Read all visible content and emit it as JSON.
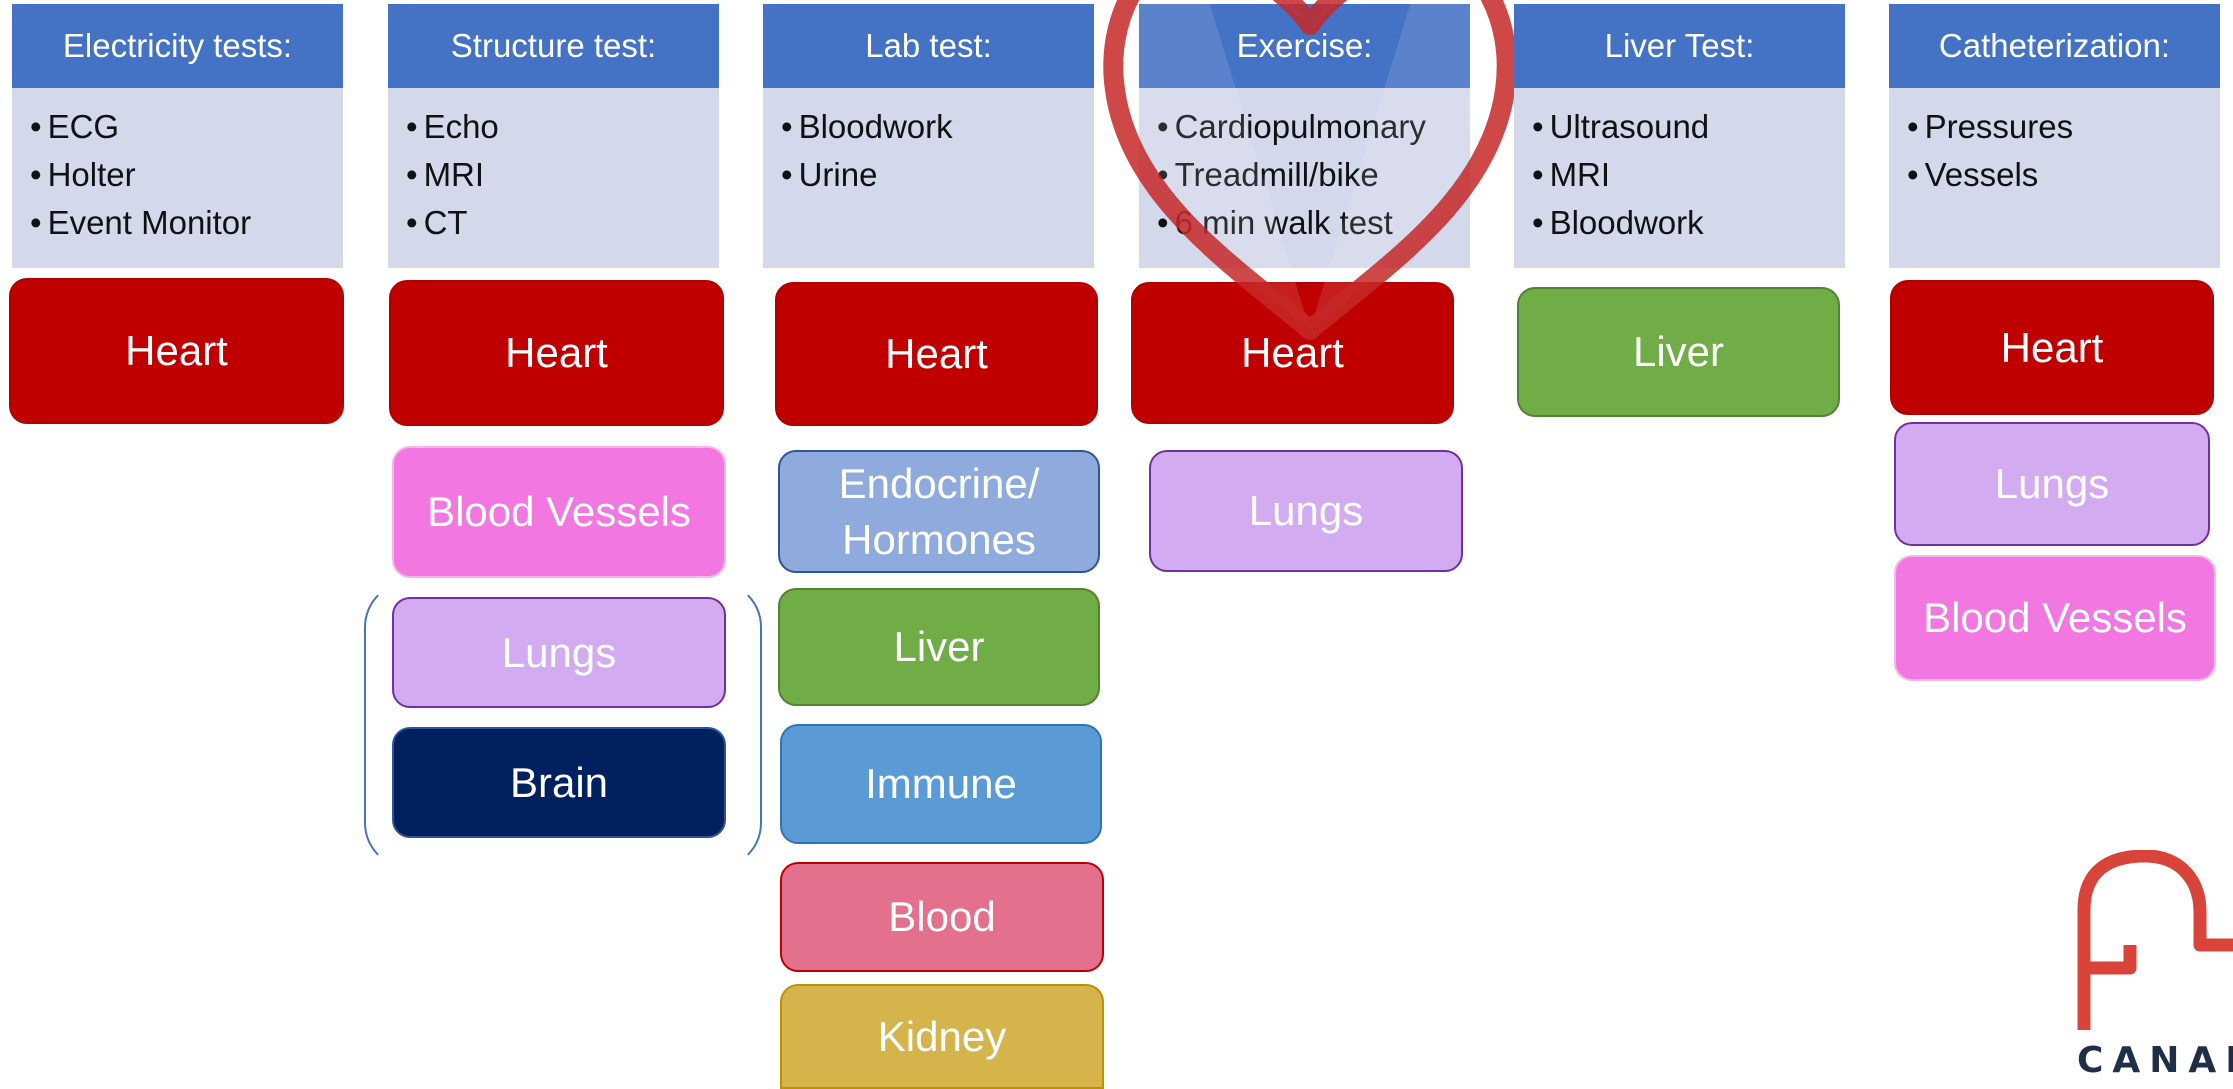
{
  "columns": [
    {
      "title": "Electricity tests:",
      "items": [
        "ECG",
        "Holter",
        "Event Monitor"
      ],
      "organs": [
        "Heart"
      ]
    },
    {
      "title": "Structure test:",
      "items": [
        "Echo",
        "MRI",
        "CT"
      ],
      "organs": [
        "Heart",
        "Blood Vessels",
        "Lungs",
        "Brain"
      ]
    },
    {
      "title": "Lab test:",
      "items": [
        "Bloodwork",
        "Urine"
      ],
      "organs": [
        "Heart",
        "Endocrine/ Hormones",
        "Liver",
        "Immune",
        "Blood",
        "Kidney"
      ]
    },
    {
      "title": "Exercise:",
      "items": [
        "Cardiopulmonary",
        "Treadmill/bike",
        "6 min walk test"
      ],
      "organs": [
        "Heart",
        "Lungs"
      ]
    },
    {
      "title": "Liver Test:",
      "items": [
        "Ultrasound",
        "MRI",
        "Bloodwork"
      ],
      "organs": [
        "Liver"
      ]
    },
    {
      "title": "Catheterization:",
      "items": [
        "Pressures",
        "Vessels"
      ],
      "organs": [
        "Heart",
        "Lungs",
        "Blood Vessels"
      ]
    }
  ],
  "logo": {
    "text": "CANAD"
  },
  "colors": {
    "header": "#4472c4",
    "list_bg": "#d3d8eb",
    "heart": "#c00000",
    "liver": "#70ad47",
    "lungs": "#d2abf1",
    "blood_vessels": "#f277e1",
    "brain": "#002060",
    "endocrine": "#8faadc",
    "immune": "#5b9bd5",
    "blood": "#e3708c",
    "kidney": "#d6b44c",
    "logo": "#d9443a"
  }
}
